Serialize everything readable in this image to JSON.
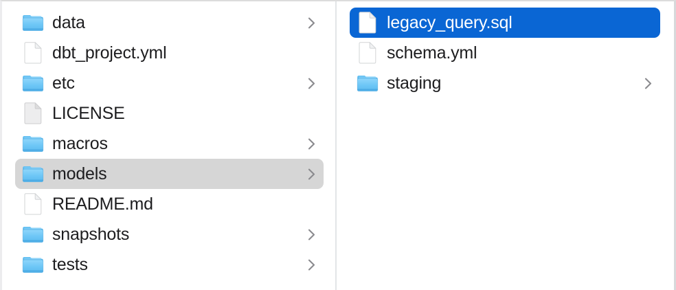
{
  "app": {
    "view": "column-browser",
    "background": "#ffffff",
    "divider_color": "#e2e5e7"
  },
  "colors": {
    "selection_active": "#0a66d4",
    "selection_inactive": "#d6d6d6",
    "text_primary": "#1d1d1f",
    "text_selected": "#ffffff",
    "folder_blue": "#5ec1f5",
    "folder_blue_dark": "#3ba3e0",
    "chevron": "#8a8a8e"
  },
  "columns": [
    {
      "name": "parent-column",
      "items": [
        {
          "label": "data",
          "icon": "folder-icon",
          "kind": "folder",
          "has_chevron": true,
          "selected": false,
          "selection_style": "none"
        },
        {
          "label": "dbt_project.yml",
          "icon": "document-icon",
          "kind": "file",
          "has_chevron": false,
          "selected": false,
          "selection_style": "none"
        },
        {
          "label": "etc",
          "icon": "folder-icon",
          "kind": "folder",
          "has_chevron": true,
          "selected": false,
          "selection_style": "none"
        },
        {
          "label": "LICENSE",
          "icon": "plain-document-icon",
          "kind": "file",
          "has_chevron": false,
          "selected": false,
          "selection_style": "none"
        },
        {
          "label": "macros",
          "icon": "folder-icon",
          "kind": "folder",
          "has_chevron": true,
          "selected": false,
          "selection_style": "none"
        },
        {
          "label": "models",
          "icon": "folder-icon",
          "kind": "folder",
          "has_chevron": true,
          "selected": true,
          "selection_style": "gray"
        },
        {
          "label": "README.md",
          "icon": "document-icon",
          "kind": "file",
          "has_chevron": false,
          "selected": false,
          "selection_style": "none"
        },
        {
          "label": "snapshots",
          "icon": "folder-icon",
          "kind": "folder",
          "has_chevron": true,
          "selected": false,
          "selection_style": "none"
        },
        {
          "label": "tests",
          "icon": "folder-icon",
          "kind": "folder",
          "has_chevron": true,
          "selected": false,
          "selection_style": "none"
        }
      ]
    },
    {
      "name": "child-column",
      "items": [
        {
          "label": "legacy_query.sql",
          "icon": "document-icon",
          "kind": "file",
          "has_chevron": false,
          "selected": true,
          "selection_style": "blue"
        },
        {
          "label": "schema.yml",
          "icon": "document-icon",
          "kind": "file",
          "has_chevron": false,
          "selected": false,
          "selection_style": "none"
        },
        {
          "label": "staging",
          "icon": "folder-icon",
          "kind": "folder",
          "has_chevron": true,
          "selected": false,
          "selection_style": "none"
        }
      ]
    }
  ]
}
